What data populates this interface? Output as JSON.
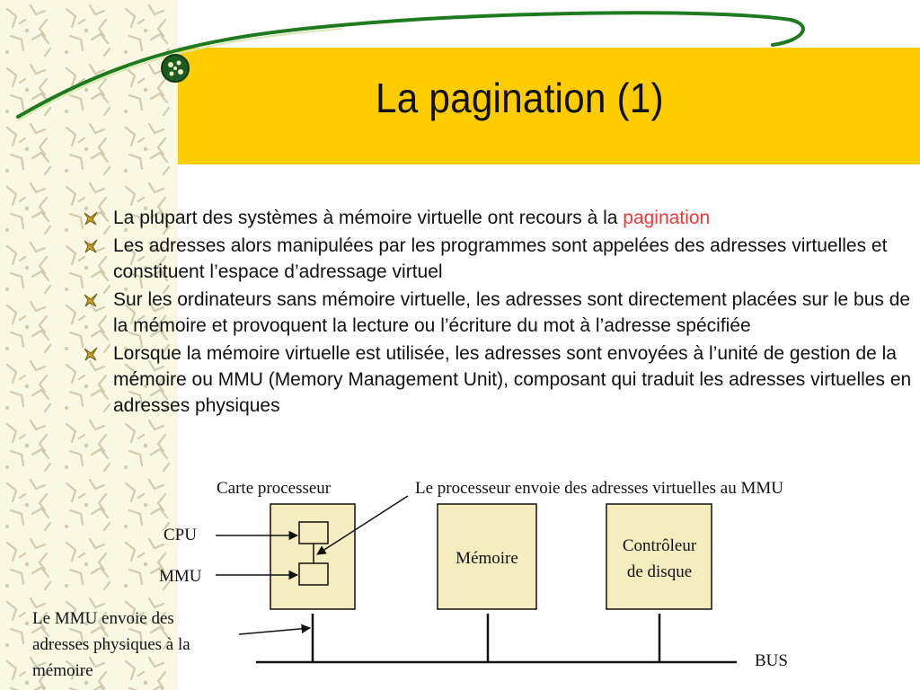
{
  "slide": {
    "title": "La pagination (1)"
  },
  "bullets": [
    {
      "text": "La plupart des systèmes à mémoire virtuelle ont recours à la ",
      "highlight": "pagination"
    },
    {
      "text": "Les adresses alors manipulées par les programmes sont appelées des adresses virtuelles et constituent l’espace d’adressage virtuel",
      "highlight": ""
    },
    {
      "text": "Sur les ordinateurs sans mémoire virtuelle, les adresses sont directement placées sur le bus de la mémoire et provoquent la lecture ou l’écriture du mot à l’adresse spécifiée",
      "highlight": ""
    },
    {
      "text": "Lorsque la mémoire virtuelle est utilisée, les adresses sont envoyées à l’unité de gestion de la mémoire ou MMU (Memory Management Unit), composant qui traduit les adresses virtuelles en adresses physiques",
      "highlight": ""
    }
  ],
  "diagram": {
    "carte_label": "Carte processeur",
    "processor_note": "Le processeur envoie des adresses virtuelles au MMU",
    "cpu_label": "CPU",
    "mmu_label": "MMU",
    "memoire_label": "Mémoire",
    "controleur_label_1": "Contrôleur",
    "controleur_label_2": "de disque",
    "mmu_note_1": "Le MMU envoie des",
    "mmu_note_2": "adresses physiques à la",
    "mmu_note_3": "mémoire",
    "bus_label": "BUS"
  },
  "colors": {
    "title_band": "#ffcc00",
    "box_fill": "#f5ecc0",
    "highlight": "#ff3333",
    "swoosh": "#1e7a1e"
  }
}
